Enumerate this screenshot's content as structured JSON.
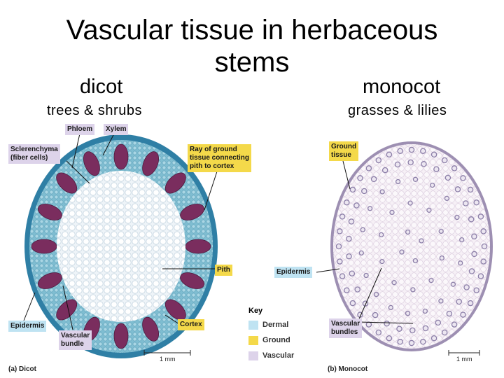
{
  "title": "Vascular tissue in herbaceous stems",
  "dicot": {
    "heading": "dicot",
    "subheading": "trees & shrubs"
  },
  "monocot": {
    "heading": "monocot",
    "subheading": "grasses & lilies"
  },
  "labels": {
    "phloem": "Phloem",
    "xylem": "Xylem",
    "sclerenchyma_1": "Sclerenchyma",
    "sclerenchyma_2": "(fiber cells)",
    "ray_1": "Ray of ground",
    "ray_2": "tissue connecting",
    "ray_3": "pith to cortex",
    "pith": "Pith",
    "epidermis_dicot": "Epidermis",
    "vascular_bundle_1": "Vascular",
    "vascular_bundle_2": "bundle",
    "cortex": "Cortex",
    "ground_tissue_1": "Ground",
    "ground_tissue_2": "tissue",
    "epidermis_monocot": "Epidermis",
    "vascular_bundles_1": "Vascular",
    "vascular_bundles_2": "bundles"
  },
  "key": {
    "title": "Key",
    "items": [
      {
        "label": "Dermal",
        "color": "#bfe3f2"
      },
      {
        "label": "Ground",
        "color": "#f4d94a"
      },
      {
        "label": "Vascular",
        "color": "#ddd3ea"
      }
    ]
  },
  "captions": {
    "dicot": "(a) Dicot",
    "monocot": "(b) Monocot"
  },
  "scale_bars": {
    "dicot": "1 mm",
    "monocot": "1 mm"
  },
  "colors": {
    "dicot_epidermis": "#2f7fa5",
    "dicot_cortex": "#6fb2c8",
    "dicot_vascular": "#7a2d5e",
    "dicot_pith": "#e8f1f6",
    "monocot_ground": "#f3edf3",
    "monocot_bundle": "#8c7fa8"
  }
}
